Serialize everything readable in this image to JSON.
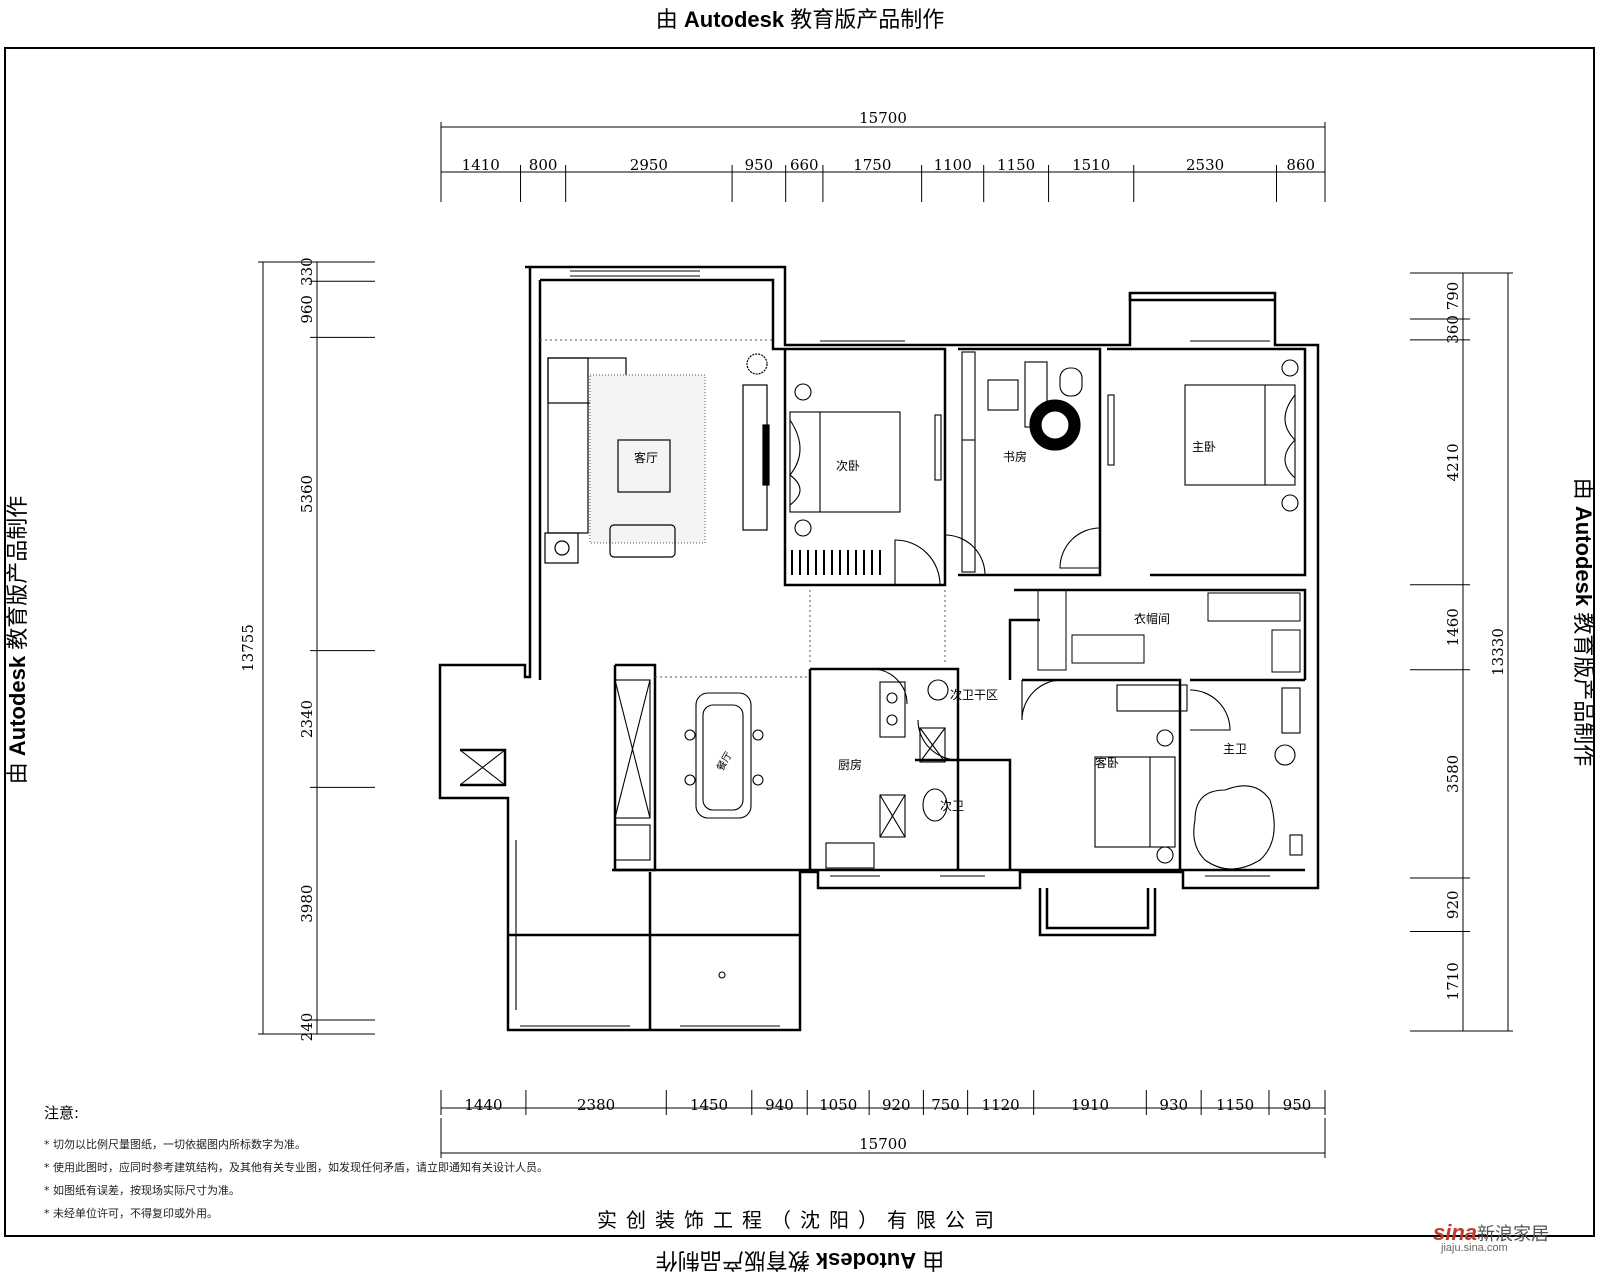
{
  "watermark": {
    "prefix": "由 ",
    "brand": "Autodesk",
    "suffix": " 教育版产品制作"
  },
  "dimensions": {
    "top_total": "15700",
    "top_segments": [
      "1410",
      "800",
      "2950",
      "950",
      "660",
      "1750",
      "1100",
      "1150",
      "1510",
      "2530",
      "860"
    ],
    "bottom_segments": [
      "1440",
      "2380",
      "1450",
      "940",
      "1050",
      "920",
      "750",
      "1120",
      "1910",
      "930",
      "1150",
      "950"
    ],
    "bottom_total": "15700",
    "left_total": "13755",
    "left_segments": [
      "330",
      "960",
      "5360",
      "2340",
      "3980",
      "240"
    ],
    "right_total": "13330",
    "right_segments": [
      "790",
      "360",
      "4210",
      "1460",
      "3580",
      "920",
      "1710"
    ]
  },
  "rooms": {
    "living": "客厅",
    "second_bedroom": "次卧",
    "study": "书房",
    "master_bedroom": "主卧",
    "closet": "衣帽间",
    "guest_bedroom": "客卧",
    "kitchen": "厨房",
    "second_bath_dry": "次卫干区",
    "second_bath": "次卫",
    "master_bath": "主卫",
    "dining_table": "餐厅"
  },
  "notes": {
    "title": "注意:",
    "items": [
      "* 切勿以比例尺量图纸，一切依据图内所标数字为准。",
      "* 使用此图时，应同时参考建筑结构，及其他有关专业图，如发现任何矛盾，请立即通知有关设计人员。",
      "* 如图纸有误差，按现场实际尺寸为准。",
      "* 未经单位许可，不得复印或外用。"
    ]
  },
  "company": "实创装饰工程（沈阳）有限公司",
  "brand": {
    "logo": "sina",
    "name": "新浪家居",
    "url": "jiaju.sina.com"
  }
}
